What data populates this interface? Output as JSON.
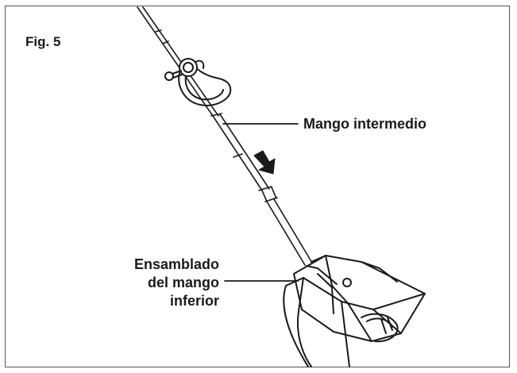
{
  "figure": {
    "label": "Fig. 5",
    "callouts": {
      "middle_handle": "Mango intermedio",
      "lower_handle_line1": "Ensamblado",
      "lower_handle_line2": "del mango",
      "lower_handle_line3": "inferior"
    }
  },
  "colors": {
    "line": "#1a1a1a",
    "frame": "#555555",
    "background": "#ffffff"
  }
}
